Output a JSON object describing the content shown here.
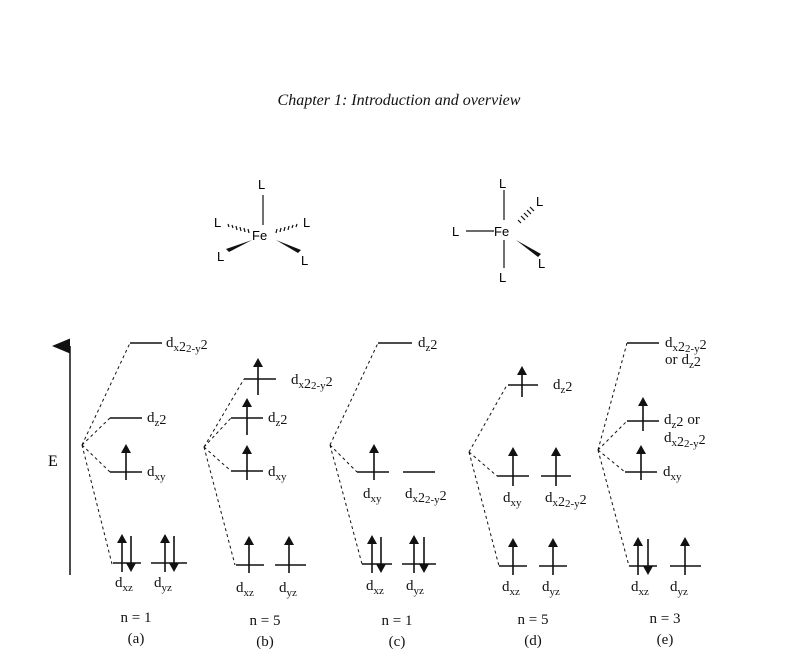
{
  "header": {
    "title": "Chapter 1: Introduction and overview"
  },
  "structure_left": {
    "metal": "Fe",
    "ligand_top": "L",
    "ligand_left": "L",
    "ligand_right": "L",
    "ligand_bottom_left": "L",
    "ligand_bottom_right": "L"
  },
  "structure_right": {
    "metal": "Fe",
    "ligand_top": "L",
    "ligand_left": "L",
    "ligand_upper_right": "L",
    "ligand_lower_right": "L",
    "ligand_bottom": "L"
  },
  "energy_axis": {
    "label": "E"
  },
  "diagrams": [
    {
      "id": "a",
      "caption": "(a)",
      "n_label": "n = 1"
    },
    {
      "id": "b",
      "caption": "(b)",
      "n_label": "n = 5"
    },
    {
      "id": "c",
      "caption": "(c)",
      "n_label": "n = 1"
    },
    {
      "id": "d",
      "caption": "(d)",
      "n_label": "n = 5"
    },
    {
      "id": "e",
      "caption": "(e)",
      "n_label": "n = 3"
    }
  ],
  "orbital_labels": {
    "d": "d",
    "xz": "xz",
    "yz": "yz",
    "xy": "xy",
    "z2": "z",
    "two": "2",
    "x2y2_sub": "x",
    "x2y2_mid": "2-",
    "x2y2_y": "y",
    "or": "or"
  }
}
